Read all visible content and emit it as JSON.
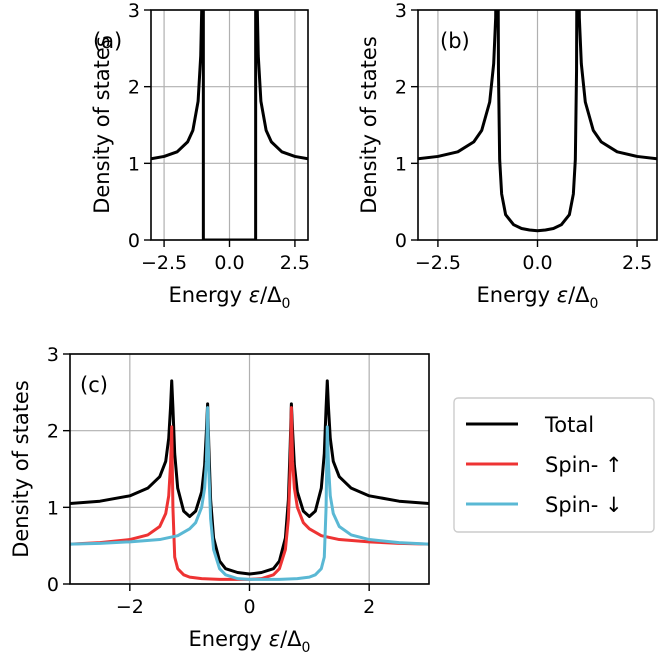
{
  "chart_data": [
    {
      "type": "line",
      "panel_label": "(a)",
      "xlabel": "Energy ε/Δ₀",
      "ylabel": "Density of states",
      "xlim": [
        -3,
        3
      ],
      "ylim": [
        0,
        3
      ],
      "xticks": [
        -2.5,
        0.0,
        2.5
      ],
      "xtick_labels": [
        "−2.5",
        "0.0",
        "2.5"
      ],
      "yticks": [
        0,
        1,
        2,
        3
      ],
      "ytick_labels": [
        "0",
        "1",
        "2",
        "3"
      ],
      "grid": true,
      "series": [
        {
          "color": "#000000",
          "x": [
            -3.0,
            -2.5,
            -2.0,
            -1.6,
            -1.4,
            -1.2,
            -1.1,
            -1.05,
            -1.02,
            -1.0,
            -0.999,
            0.0,
            0.999,
            1.0,
            1.02,
            1.05,
            1.1,
            1.2,
            1.4,
            1.6,
            2.0,
            2.5,
            3.0
          ],
          "y": [
            1.06,
            1.09,
            1.15,
            1.28,
            1.43,
            1.81,
            2.4,
            3.2,
            5.0,
            5.0,
            0.0,
            0.0,
            0.0,
            5.0,
            5.0,
            3.2,
            2.4,
            1.81,
            1.43,
            1.28,
            1.15,
            1.09,
            1.06
          ]
        }
      ]
    },
    {
      "type": "line",
      "panel_label": "(b)",
      "xlabel": "Energy ε/Δ₀",
      "ylabel": "Density of states",
      "xlim": [
        -3,
        3
      ],
      "ylim": [
        0,
        3
      ],
      "xticks": [
        -2.5,
        0.0,
        2.5
      ],
      "xtick_labels": [
        "−2.5",
        "0.0",
        "2.5"
      ],
      "yticks": [
        0,
        1,
        2,
        3
      ],
      "ytick_labels": [
        "0",
        "1",
        "2",
        "3"
      ],
      "grid": true,
      "series": [
        {
          "color": "#000000",
          "x": [
            -3.0,
            -2.5,
            -2.0,
            -1.6,
            -1.4,
            -1.2,
            -1.1,
            -1.05,
            -1.02,
            -1.0,
            -0.98,
            -0.95,
            -0.9,
            -0.8,
            -0.6,
            -0.4,
            -0.2,
            0.0,
            0.2,
            0.4,
            0.6,
            0.8,
            0.9,
            0.95,
            0.98,
            1.0,
            1.02,
            1.05,
            1.1,
            1.2,
            1.4,
            1.6,
            2.0,
            2.5,
            3.0
          ],
          "y": [
            1.06,
            1.09,
            1.15,
            1.28,
            1.43,
            1.8,
            2.3,
            2.9,
            5.0,
            5.0,
            2.2,
            1.05,
            0.6,
            0.33,
            0.2,
            0.15,
            0.13,
            0.12,
            0.13,
            0.15,
            0.2,
            0.33,
            0.6,
            1.05,
            2.2,
            5.0,
            5.0,
            2.9,
            2.3,
            1.8,
            1.43,
            1.28,
            1.15,
            1.09,
            1.06
          ]
        }
      ]
    },
    {
      "type": "line",
      "panel_label": "(c)",
      "xlabel": "Energy ε/Δ₀",
      "ylabel": "Density of states",
      "xlim": [
        -3,
        3
      ],
      "ylim": [
        0,
        3
      ],
      "xticks": [
        -2,
        0,
        2
      ],
      "xtick_labels": [
        "−2",
        "0",
        "2"
      ],
      "yticks": [
        0,
        1,
        2,
        3
      ],
      "ytick_labels": [
        "0",
        "1",
        "2",
        "3"
      ],
      "grid": true,
      "legend_position": "outside-right",
      "series": [
        {
          "name": "Total",
          "color": "#000000",
          "x": [
            -3.0,
            -2.5,
            -2.0,
            -1.7,
            -1.5,
            -1.4,
            -1.35,
            -1.32,
            -1.3,
            -1.28,
            -1.25,
            -1.2,
            -1.1,
            -1.0,
            -0.9,
            -0.8,
            -0.75,
            -0.72,
            -0.7,
            -0.68,
            -0.65,
            -0.6,
            -0.5,
            -0.4,
            -0.2,
            0.0,
            0.2,
            0.4,
            0.5,
            0.6,
            0.65,
            0.68,
            0.7,
            0.72,
            0.75,
            0.8,
            0.9,
            1.0,
            1.1,
            1.2,
            1.25,
            1.28,
            1.3,
            1.32,
            1.35,
            1.4,
            1.5,
            1.7,
            2.0,
            2.5,
            3.0
          ],
          "y": [
            1.05,
            1.08,
            1.15,
            1.25,
            1.4,
            1.6,
            1.9,
            2.3,
            2.65,
            2.3,
            1.7,
            1.25,
            0.95,
            0.88,
            0.95,
            1.2,
            1.55,
            2.0,
            2.35,
            1.8,
            1.1,
            0.6,
            0.3,
            0.2,
            0.15,
            0.13,
            0.15,
            0.2,
            0.3,
            0.6,
            1.1,
            1.8,
            2.35,
            2.0,
            1.55,
            1.2,
            0.95,
            0.88,
            0.95,
            1.25,
            1.7,
            2.3,
            2.65,
            2.3,
            1.9,
            1.6,
            1.4,
            1.25,
            1.15,
            1.08,
            1.05
          ]
        },
        {
          "name": "Spin- ↑",
          "color": "#ee3333",
          "x": [
            -3.0,
            -2.5,
            -2.0,
            -1.7,
            -1.5,
            -1.4,
            -1.35,
            -1.32,
            -1.3,
            -1.28,
            -1.25,
            -1.2,
            -1.1,
            -1.0,
            -0.8,
            -0.5,
            -0.2,
            0.0,
            0.2,
            0.4,
            0.5,
            0.6,
            0.65,
            0.68,
            0.7,
            0.72,
            0.75,
            0.8,
            0.9,
            1.0,
            1.2,
            1.5,
            2.0,
            2.5,
            3.0
          ],
          "y": [
            0.52,
            0.54,
            0.58,
            0.64,
            0.75,
            0.92,
            1.15,
            1.55,
            2.05,
            1.0,
            0.35,
            0.2,
            0.12,
            0.09,
            0.07,
            0.06,
            0.06,
            0.06,
            0.07,
            0.12,
            0.2,
            0.45,
            0.85,
            1.5,
            2.3,
            1.6,
            1.25,
            1.0,
            0.8,
            0.72,
            0.63,
            0.58,
            0.55,
            0.53,
            0.52
          ]
        },
        {
          "name": "Spin- ↓",
          "color": "#5ab8d4",
          "x": [
            -3.0,
            -2.5,
            -2.0,
            -1.5,
            -1.2,
            -1.0,
            -0.9,
            -0.8,
            -0.75,
            -0.72,
            -0.7,
            -0.68,
            -0.65,
            -0.6,
            -0.5,
            -0.4,
            -0.2,
            0.0,
            0.2,
            0.5,
            0.8,
            1.0,
            1.1,
            1.2,
            1.25,
            1.28,
            1.3,
            1.32,
            1.35,
            1.4,
            1.5,
            1.7,
            2.0,
            2.5,
            3.0
          ],
          "y": [
            0.52,
            0.53,
            0.55,
            0.58,
            0.63,
            0.72,
            0.8,
            1.0,
            1.25,
            1.6,
            2.3,
            1.5,
            0.85,
            0.45,
            0.2,
            0.12,
            0.07,
            0.06,
            0.06,
            0.06,
            0.07,
            0.09,
            0.12,
            0.2,
            0.35,
            1.0,
            2.05,
            1.55,
            1.15,
            0.92,
            0.75,
            0.64,
            0.58,
            0.54,
            0.52
          ]
        }
      ]
    }
  ]
}
